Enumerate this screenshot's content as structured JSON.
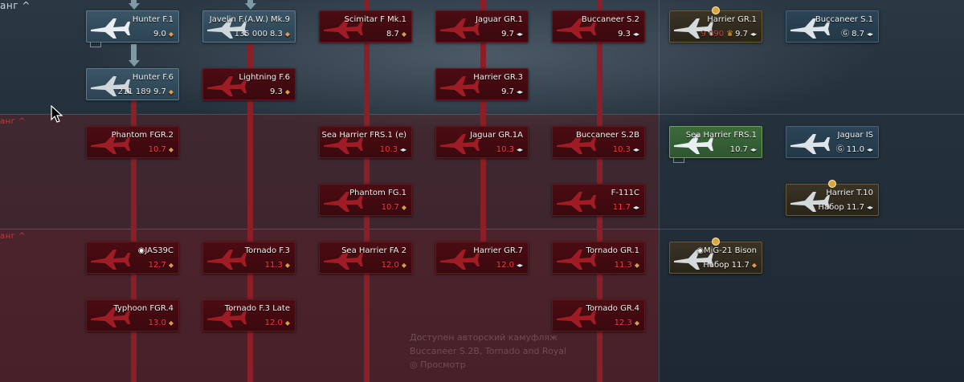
{
  "ranks": {
    "top_label": "анг",
    "rank2_label": "анг",
    "rank3_label": "анг"
  },
  "cards": {
    "hunter_f1": {
      "name": "Hunter F.1",
      "br": "9.0"
    },
    "javelin": {
      "name": "Javelin F.(A.W.) Mk.9",
      "rp": "135 000",
      "br": "8.3"
    },
    "scimitar": {
      "name": "Scimitar F Mk.1",
      "br": "8.7"
    },
    "jaguar_gr1": {
      "name": "Jaguar GR.1",
      "br": "9.7"
    },
    "buccaneer_s2": {
      "name": "Buccaneer S.2",
      "br": "9.3"
    },
    "harrier_gr1": {
      "name": "Harrier GR.1",
      "rp": "9 090",
      "br": "9.7"
    },
    "buccaneer_s1": {
      "name": "Buccaneer S.1",
      "br": "8.7"
    },
    "hunter_f6": {
      "name": "Hunter F.6",
      "rp": "211 189",
      "br": "9.7"
    },
    "lightning_f6": {
      "name": "Lightning F.6",
      "br": "9.3"
    },
    "harrier_gr3": {
      "name": "Harrier GR.3",
      "br": "9.7"
    },
    "phantom_fgr2": {
      "name": "Phantom FGR.2",
      "br": "10.7"
    },
    "sea_harrier_frs1e": {
      "name": "Sea Harrier FRS.1 (e)",
      "br": "10.3"
    },
    "jaguar_gr1a": {
      "name": "Jaguar GR.1A",
      "br": "10.3"
    },
    "buccaneer_s2b": {
      "name": "Buccaneer S.2B",
      "br": "10.3"
    },
    "sea_harrier_frs1": {
      "name": "Sea Harrier FRS.1",
      "br": "10.7"
    },
    "jaguar_is": {
      "name": "Jaguar IS",
      "br": "11.0"
    },
    "phantom_fg1": {
      "name": "Phantom FG.1",
      "br": "10.7"
    },
    "f111c": {
      "name": "F-111C",
      "br": "11.7"
    },
    "harrier_t10": {
      "name": "Harrier T.10",
      "prefix": "Набор",
      "br": "11.7"
    },
    "jas39c": {
      "name": "JAS39C",
      "br": "12.7"
    },
    "tornado_f3": {
      "name": "Tornado F.3",
      "br": "11.3"
    },
    "sea_harrier_fa2": {
      "name": "Sea Harrier FA 2",
      "br": "12.0"
    },
    "harrier_gr7": {
      "name": "Harrier GR.7",
      "br": "12.0"
    },
    "tornado_gr1": {
      "name": "Tornado GR.1",
      "br": "11.3"
    },
    "mig21_bison": {
      "name": "MiG-21 Bison",
      "prefix": "Набор",
      "br": "11.7"
    },
    "typhoon_fgr4": {
      "name": "Typhoon FGR.4",
      "br": "13.0"
    },
    "tornado_f3_late": {
      "name": "Tornado F.3 Late",
      "br": "12.0"
    },
    "tornado_gr4": {
      "name": "Tornado GR.4",
      "br": "12.3"
    }
  },
  "watermark": {
    "line1": "Доступен авторский камуфляж",
    "line2": "Buccaneer S.2B, Tornado and Royal",
    "line3": "Просмотр"
  },
  "colors": {
    "locked": "#4b0c12",
    "researched": "#3a5566",
    "premium": "#3a3326",
    "squadron": "#2b4456",
    "selected": "#3d6a3a"
  }
}
